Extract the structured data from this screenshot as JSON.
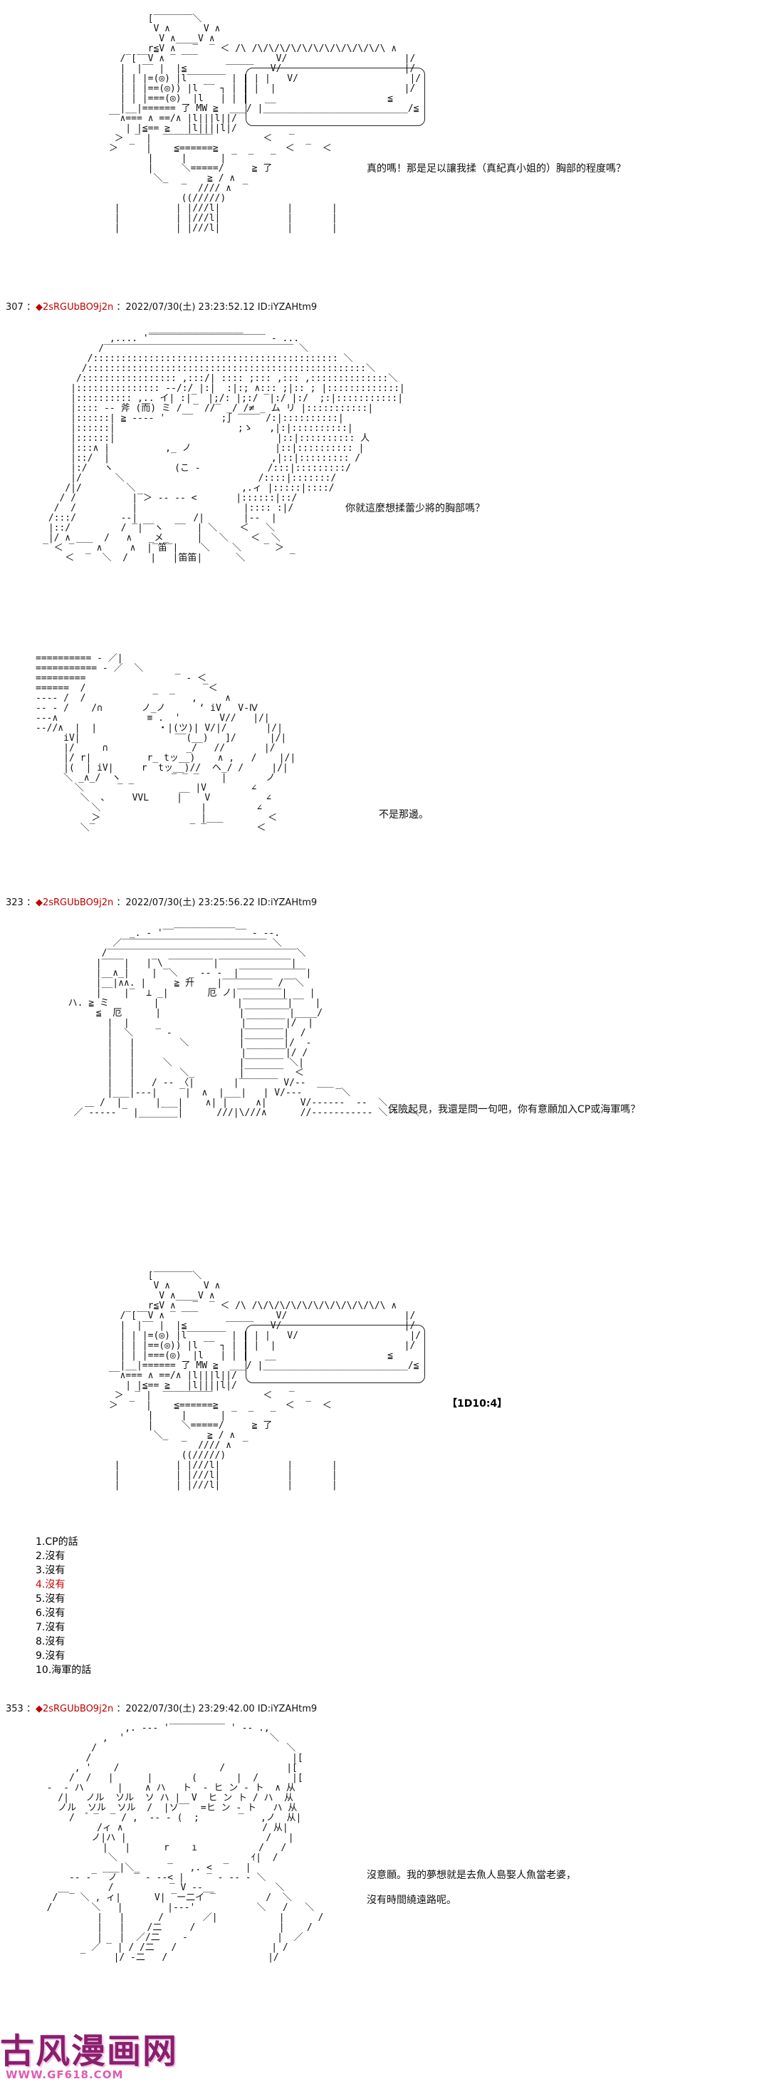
{
  "posts": [
    {
      "number": "307",
      "trip": "◆2sRGUbBO9j2n",
      "date": "2022/07/30(土) 23:23:52.12",
      "id": "ID:iYZAHtm9"
    },
    {
      "number": "323",
      "trip": "◆2sRGUbBO9j2n",
      "date": "2022/07/30(土) 23:25:56.22",
      "id": "ID:iYZAHtm9"
    },
    {
      "number": "353",
      "trip": "◆2sRGUbBO9j2n",
      "date": "2022/07/30(土) 23:29:42.00",
      "id": "ID:iYZAHtm9"
    }
  ],
  "dialogues": {
    "d1": "真的嗎！那是足以讓我揉（真紀真小姐的）胸部的程度嗎？",
    "d2": "你就這麼想揉蕾少將的胸部嗎？",
    "d3": "不是那邊。",
    "d4": "保險起見，我還是問一句吧，你有意願加入CP或海軍嗎？",
    "d5a": "沒意願。我的夢想就是去魚人島娶人魚當老婆，",
    "d5b": "沒有時間繞遠路呢。"
  },
  "dice": "【1D10:4】",
  "options": [
    "1.CP的話",
    "2.沒有",
    "3.沒有",
    "4.沒有",
    "5.沒有",
    "6.沒有",
    "7.沒有",
    "8.沒有",
    "9.沒有",
    "10.海軍的話"
  ],
  "highlighted_option_index": 3,
  "watermark": {
    "logo": "古风漫画网",
    "url": "WWW.GF618.COM"
  },
  "colors": {
    "trip": "#c00000",
    "highlight": "#d00000",
    "watermark_logo": "#8a1f6e",
    "watermark_url": "#e05bb0"
  }
}
